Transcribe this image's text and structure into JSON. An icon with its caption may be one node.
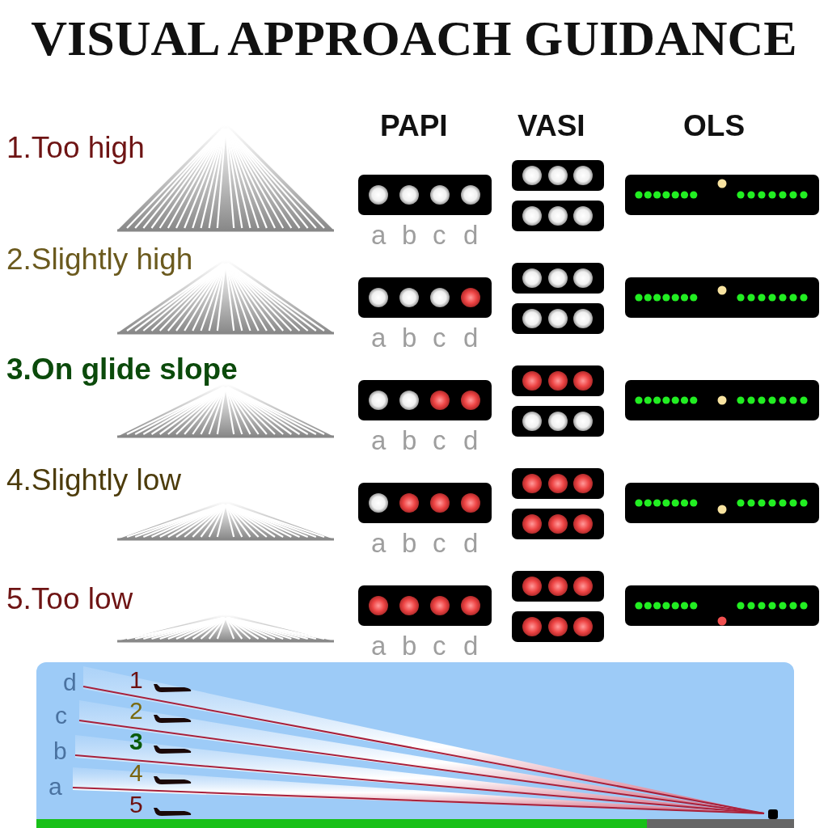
{
  "diagram": {
    "title": "VISUAL APPROACH GUIDANCE",
    "labels": [
      "PAPI",
      "VASI",
      "OLS",
      "1.Too high",
      "a",
      "b",
      "c",
      "d",
      "2.Slightly high",
      "a",
      "b",
      "c",
      "d",
      "3.On glide slope",
      "a",
      "b",
      "c",
      "d",
      "4.Slightly low",
      "a",
      "b",
      "c",
      "d",
      "5.Too low",
      "a",
      "b",
      "c",
      "d",
      "d",
      "1",
      "c",
      "2",
      "b",
      "3",
      "a",
      "4",
      "5"
    ]
  }
}
